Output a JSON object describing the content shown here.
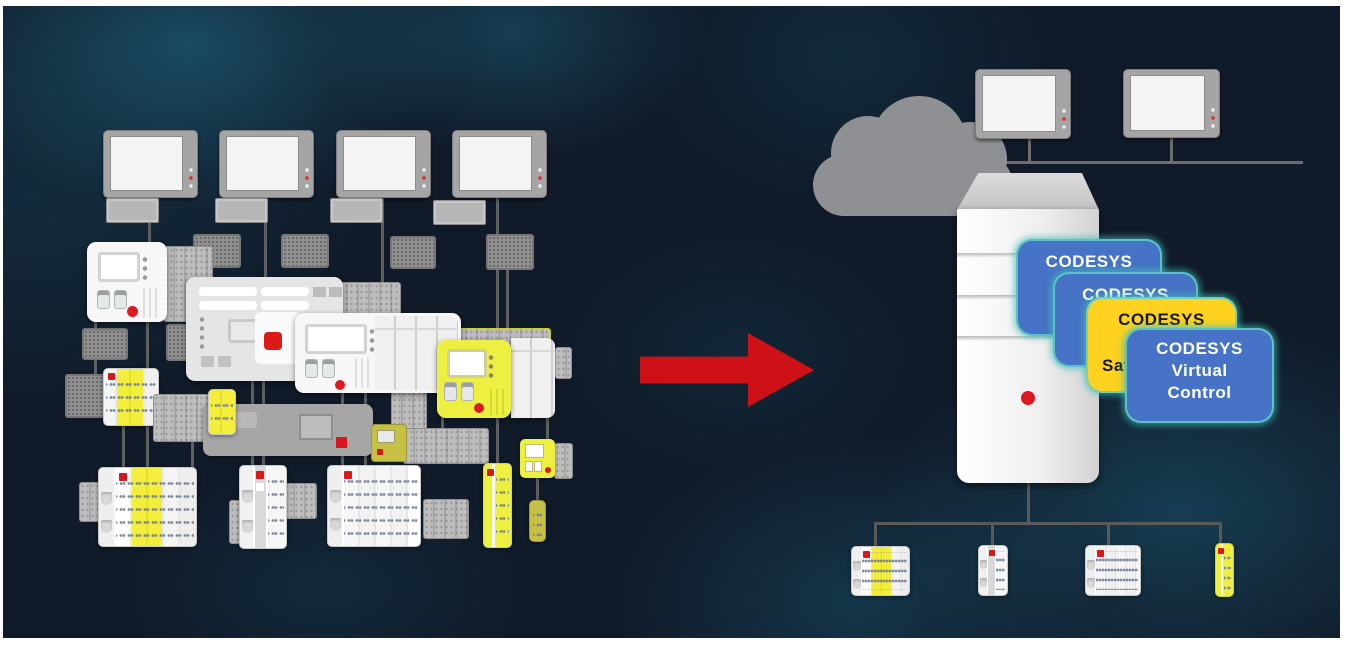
{
  "cards": {
    "c1": {
      "title": "CODESYS"
    },
    "c2": {
      "title": "CODESYS"
    },
    "c3": {
      "title": "CODESYS",
      "subtitle": "Safety"
    },
    "c4": {
      "title": "CODESYS",
      "line2": "Virtual",
      "line3": "Control"
    }
  },
  "colors": {
    "background": "#101a28",
    "smoke": "#1d7896",
    "card_blue": "#4673c5",
    "card_yellow": "#ffd21f",
    "card_glow": "#3fbcb4",
    "arrow_red": "#ce1117",
    "device_yellow": "#eef041",
    "led_red": "#dd1a20"
  },
  "icons": [
    "cloud-icon",
    "server-tower",
    "hmi-monitor",
    "plc-controller",
    "io-terminal-block",
    "transformation-arrow"
  ]
}
